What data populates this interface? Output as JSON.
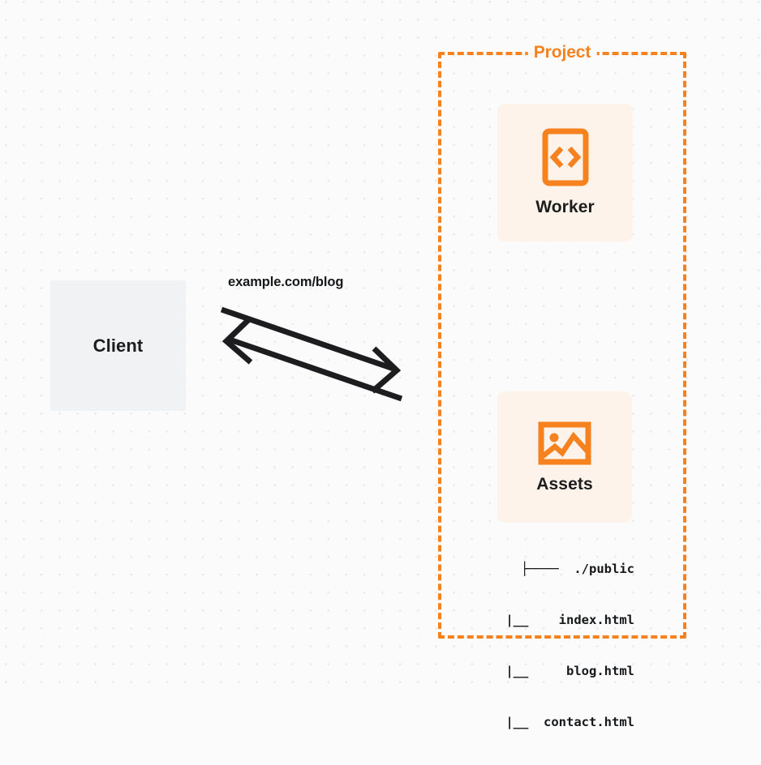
{
  "diagram": {
    "background_color": "#FBFBFB",
    "accent_color": "#F6821F",
    "card_fill_color": "#FDF3EA",
    "client_fill_color": "#F1F2F4",
    "text_color": "#1D1D1F"
  },
  "client": {
    "label": "Client",
    "icon": "client-box-icon"
  },
  "connector": {
    "label": "example.com/blog",
    "request_arrow": "arrow-right-to-project",
    "response_arrow": "arrow-left-to-client"
  },
  "project": {
    "title": "Project",
    "cards": [
      {
        "id": "worker",
        "label": "Worker",
        "icon": "code-brackets-icon"
      },
      {
        "id": "assets",
        "label": "Assets",
        "icon": "image-picture-icon"
      }
    ],
    "file_tree": [
      "├────  ./public",
      "      |__    index.html",
      "      |__     blog.html",
      "      |__  contact.html"
    ]
  }
}
